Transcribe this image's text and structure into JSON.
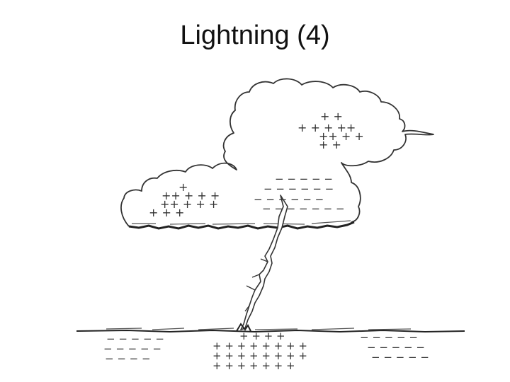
{
  "slide": {
    "title": "Lightning (4)"
  },
  "diagram": {
    "ink_color": "#333333",
    "groups": [
      {
        "name": "cloud-top-positive",
        "symbol": "+",
        "rows": [
          " + +",
          "+ + + ++",
          " ++ + +",
          " + +"
        ]
      },
      {
        "name": "cloud-left-positive",
        "symbol": "+",
        "rows": [
          "+",
          "++ + + +",
          "++ + + +",
          "+ + +"
        ]
      },
      {
        "name": "cloud-base-negative",
        "symbol": "−",
        "rows": [
          "− − − − −",
          "− − − − − −",
          "− − − − − −",
          "− − − − − − −"
        ]
      },
      {
        "name": "ground-left-negative",
        "symbol": "−",
        "rows": [
          "− − − − −",
          "− − − − −",
          "− − − −"
        ]
      },
      {
        "name": "ground-center-positive",
        "symbol": "+",
        "rows": [
          "+ + + +",
          "+ + + + + + + +",
          "+ + + + + + + +",
          "+ + + + + + +"
        ]
      },
      {
        "name": "ground-right-negative",
        "symbol": "−",
        "rows": [
          "− − − − −",
          "− − − − −",
          "− − − − −"
        ]
      }
    ]
  }
}
